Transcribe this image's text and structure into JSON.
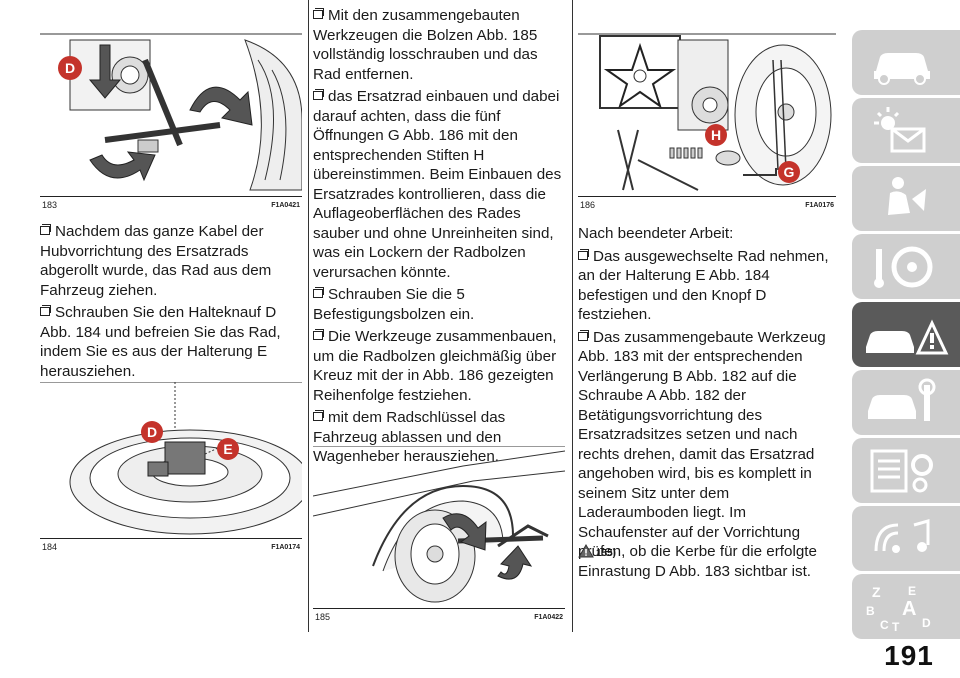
{
  "figures": {
    "fig183": {
      "number": "183",
      "code": "F1A0421",
      "label_d": "D"
    },
    "fig184": {
      "number": "184",
      "code": "F1A0174",
      "label_d": "D",
      "label_e": "E"
    },
    "fig185": {
      "number": "185",
      "code": "F1A0422"
    },
    "fig186": {
      "number": "186",
      "code": "F1A0176",
      "label_h": "H",
      "label_g": "G"
    }
  },
  "col1": {
    "paragraphs": [
      "Nachdem das ganze Kabel der Hubvorrichtung des Ersatzrads abgerollt wurde, das Rad aus dem Fahrzeug ziehen.",
      "Schrauben Sie den Halteknauf D Abb. 184 und befreien Sie das Rad, indem Sie es aus der Halterung E herausziehen."
    ]
  },
  "col2": {
    "paragraphs": [
      "Mit den zusammengebauten Werkzeugen die Bolzen Abb. 185 vollständig losschrauben und das Rad entfernen.",
      "das Ersatzrad einbauen und dabei darauf achten, dass die fünf Öffnungen G Abb. 186 mit den entsprechenden Stiften H übereinstimmen. Beim Einbauen des Ersatzrades kontrollieren, dass die Auflageoberflächen des Rades sauber und ohne Unreinheiten sind, was ein Lockern der Radbolzen verursachen könnte.",
      "Schrauben Sie die 5 Befestigungsbolzen ein.",
      "Die Werkzeuge zusammenbauen, um die Radbolzen gleichmäßig über Kreuz mit der in Abb. 186 gezeigten Reihenfolge festziehen.",
      "mit dem Radschlüssel das Fahrzeug ablassen und den Wagenheber herausziehen."
    ]
  },
  "col3": {
    "intro": "Nach beendeter Arbeit:",
    "paragraphs": [
      "Das ausgewechselte Rad nehmen, an der Halterung E Abb. 184 befestigen und den Knopf D festziehen.",
      "Das zusammengebaute Werkzeug Abb. 183 mit der entsprechenden Verlängerung B Abb. 182 auf die Schraube A Abb. 182 der Betätigungsvorrichtung des Ersatzradsitzes setzen und nach rechts drehen, damit das Ersatzrad angehoben wird, bis es komplett in seinem Sitz unter dem Laderaumboden liegt. Im Schaufenster auf der Vorrichtung prüfen, ob die Kerbe für die erfolgte Einrastung D Abb. 183 sichtbar ist."
    ],
    "warning_ref": "155)"
  },
  "sidebar": {
    "tabs": [
      {
        "icon": "car-overview-icon",
        "active": false
      },
      {
        "icon": "warning-lights-icon",
        "active": false
      },
      {
        "icon": "safety-airbag-icon",
        "active": false
      },
      {
        "icon": "steering-wheel-icon",
        "active": false
      },
      {
        "icon": "emergency-car-icon",
        "active": true
      },
      {
        "icon": "maintenance-wrench-icon",
        "active": false
      },
      {
        "icon": "technical-data-icon",
        "active": false
      },
      {
        "icon": "multimedia-icon",
        "active": false
      },
      {
        "icon": "index-letters-icon",
        "active": false
      }
    ],
    "colors": {
      "tab": "#cfcfcf",
      "active_tab": "#5a5a5a",
      "icon": "#ffffff",
      "label_red": "#c4332b"
    }
  },
  "page_number": "191"
}
